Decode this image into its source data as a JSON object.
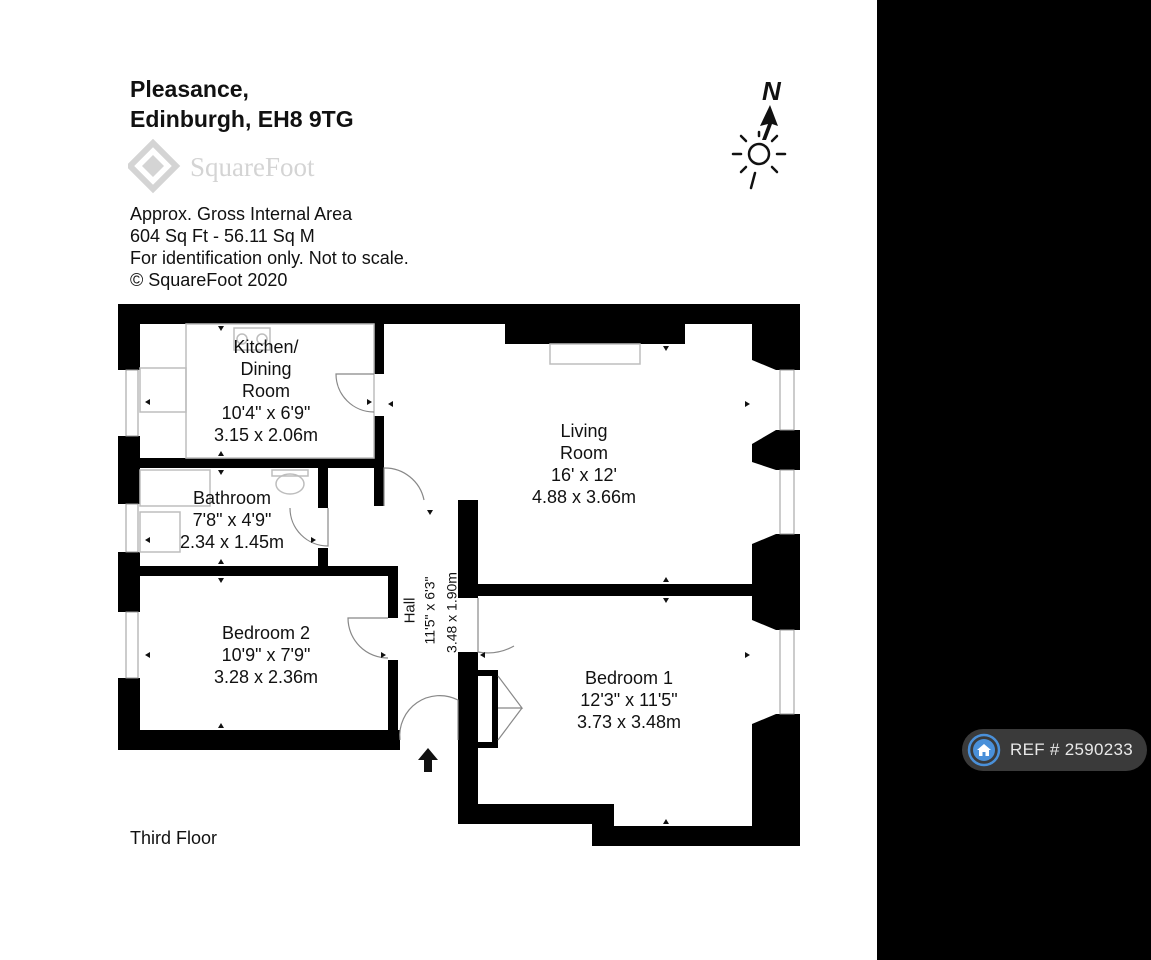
{
  "header": {
    "address_line1": "Pleasance,",
    "address_line2": "Edinburgh, EH8 9TG"
  },
  "logo": {
    "text": "SquareFoot"
  },
  "info": {
    "line1": "Approx. Gross Internal Area",
    "line2": "604 Sq Ft  -  56.11 Sq M",
    "line3": "For identification only. Not to scale.",
    "line4": "© SquareFoot 2020"
  },
  "compass": {
    "label": "N"
  },
  "rooms": {
    "kitchen": {
      "name1": "Kitchen/",
      "name2": "Dining",
      "name3": "Room",
      "imperial": "10'4\" x 6'9\"",
      "metric": "3.15 x 2.06m"
    },
    "living": {
      "name1": "Living",
      "name2": "Room",
      "imperial": "16' x 12'",
      "metric": "4.88 x 3.66m"
    },
    "bathroom": {
      "name": "Bathroom",
      "imperial": "7'8\" x 4'9\"",
      "metric": "2.34 x 1.45m"
    },
    "hall": {
      "name": "Hall",
      "imperial": "11'5\" x 6'3\"",
      "metric": "3.48 x 1.90m"
    },
    "bedroom2": {
      "name": "Bedroom 2",
      "imperial": "10'9\" x 7'9\"",
      "metric": "3.28 x 2.36m"
    },
    "bedroom1": {
      "name": "Bedroom 1",
      "imperial": "12'3\" x 11'5\"",
      "metric": "3.73 x 3.48m"
    }
  },
  "floor": {
    "label": "Third Floor"
  },
  "badge": {
    "text": "REF # 2590233"
  },
  "colors": {
    "wall": "#000000",
    "fixture": "#bdbdbd",
    "badge_bg": "#3a3a3a",
    "badge_icon": "#4a90d9"
  }
}
